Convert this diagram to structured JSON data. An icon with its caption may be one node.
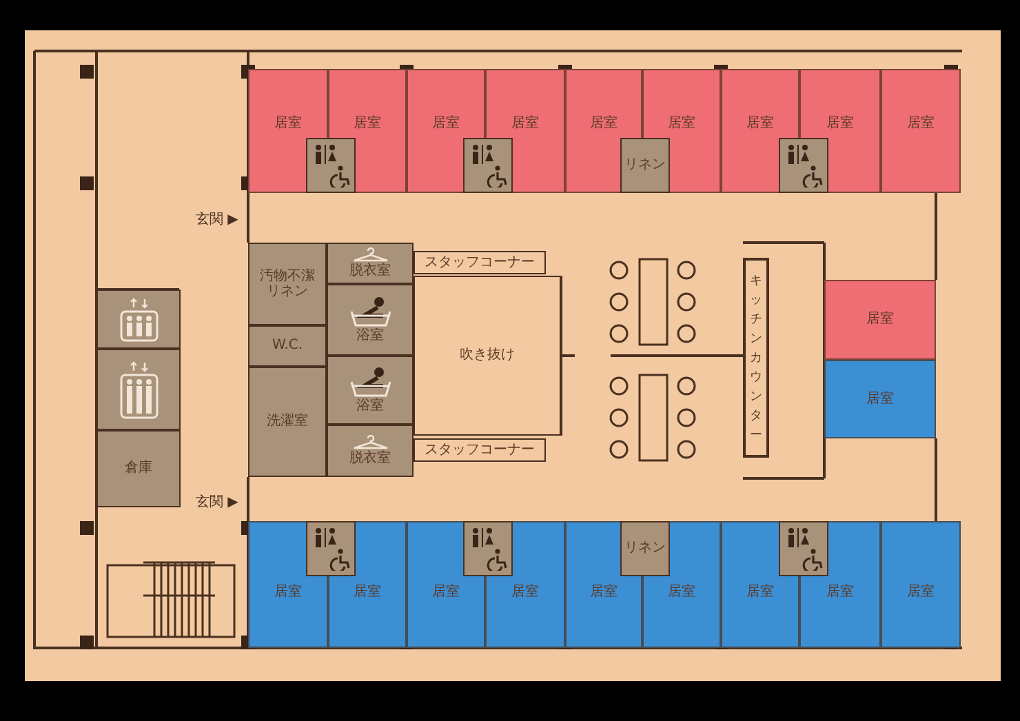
{
  "diagram": {
    "nodes": [
      {
        "text": [
          "居室"
        ]
      },
      {
        "text": [
          "居室"
        ]
      },
      {
        "text": [
          "居室"
        ]
      },
      {
        "text": [
          "居室"
        ]
      },
      {
        "text": [
          "居室"
        ]
      },
      {
        "text": [
          "居室"
        ]
      },
      {
        "text": [
          "居室"
        ]
      },
      {
        "text": [
          "居室"
        ]
      },
      {
        "text": [
          "居室"
        ]
      },
      {
        "text": [],
        "shape": "box"
      },
      {
        "text": [],
        "shape": "box"
      },
      {
        "text": [
          "リネン"
        ]
      },
      {
        "text": [],
        "shape": "box"
      },
      {
        "text": [],
        "shape": "box"
      },
      {
        "text": [],
        "shape": "box"
      },
      {
        "text": [
          "倉庫"
        ]
      },
      {
        "text": [
          "汚物不潔リネン"
        ]
      },
      {
        "text": [
          "W.C."
        ]
      },
      {
        "text": [
          "洗濯室"
        ]
      },
      {
        "text": [
          "脱衣室"
        ]
      },
      {
        "text": [
          "浴室"
        ]
      },
      {
        "text": [
          "浴室"
        ]
      },
      {
        "text": [
          "脱衣室"
        ]
      },
      {
        "text": [
          "スタッフコーナー"
        ]
      },
      {
        "text": [
          "吹き抜け"
        ]
      },
      {
        "text": [
          "スタッフコーナー"
        ]
      },
      {
        "text": [
          "キッチンカウンター"
        ]
      },
      {
        "text": [
          "居室"
        ]
      },
      {
        "text": [
          "居室"
        ]
      },
      {
        "text": [],
        "shape": "box"
      },
      {
        "text": [],
        "shape": "box"
      },
      {
        "text": [
          "リネン"
        ]
      },
      {
        "text": [],
        "shape": "box"
      },
      {
        "text": [
          "居室"
        ]
      },
      {
        "text": [
          "居室"
        ]
      },
      {
        "text": [
          "居室"
        ]
      },
      {
        "text": [
          "居室"
        ]
      },
      {
        "text": [
          "居室"
        ]
      },
      {
        "text": [
          "居室"
        ]
      },
      {
        "text": [
          "居室"
        ]
      },
      {
        "text": [
          "居室"
        ]
      },
      {
        "text": [
          "居室"
        ]
      }
    ],
    "labels": [
      "玄関 ▶",
      "玄関 ▶"
    ]
  }
}
